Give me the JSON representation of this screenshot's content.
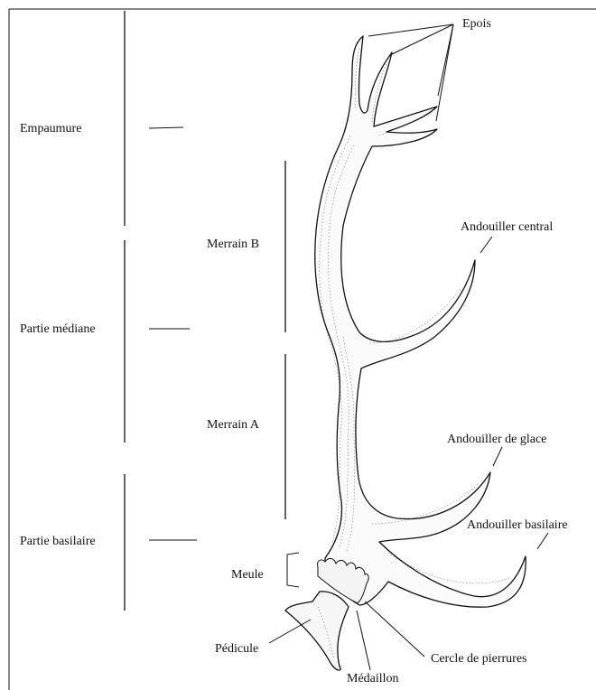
{
  "left_zones": {
    "empaumure": "Empaumure",
    "partie_mediane": "Partie médiane",
    "partie_basilaire": "Partie basilaire"
  },
  "middle_zones": {
    "merrain_b": "Merrain B",
    "merrain_a": "Merrain A",
    "meule": "Meule"
  },
  "part_labels": {
    "epois": "Epois",
    "andouiller_central": "Andouiller central",
    "andouiller_de_glace": "Andouiller de glace",
    "andouiller_basilaire": "Andouiller basilaire",
    "pedicule": "Pédicule",
    "medaillon": "Médaillon",
    "cercle_de_pierrures": "Cercle de pierrures"
  }
}
